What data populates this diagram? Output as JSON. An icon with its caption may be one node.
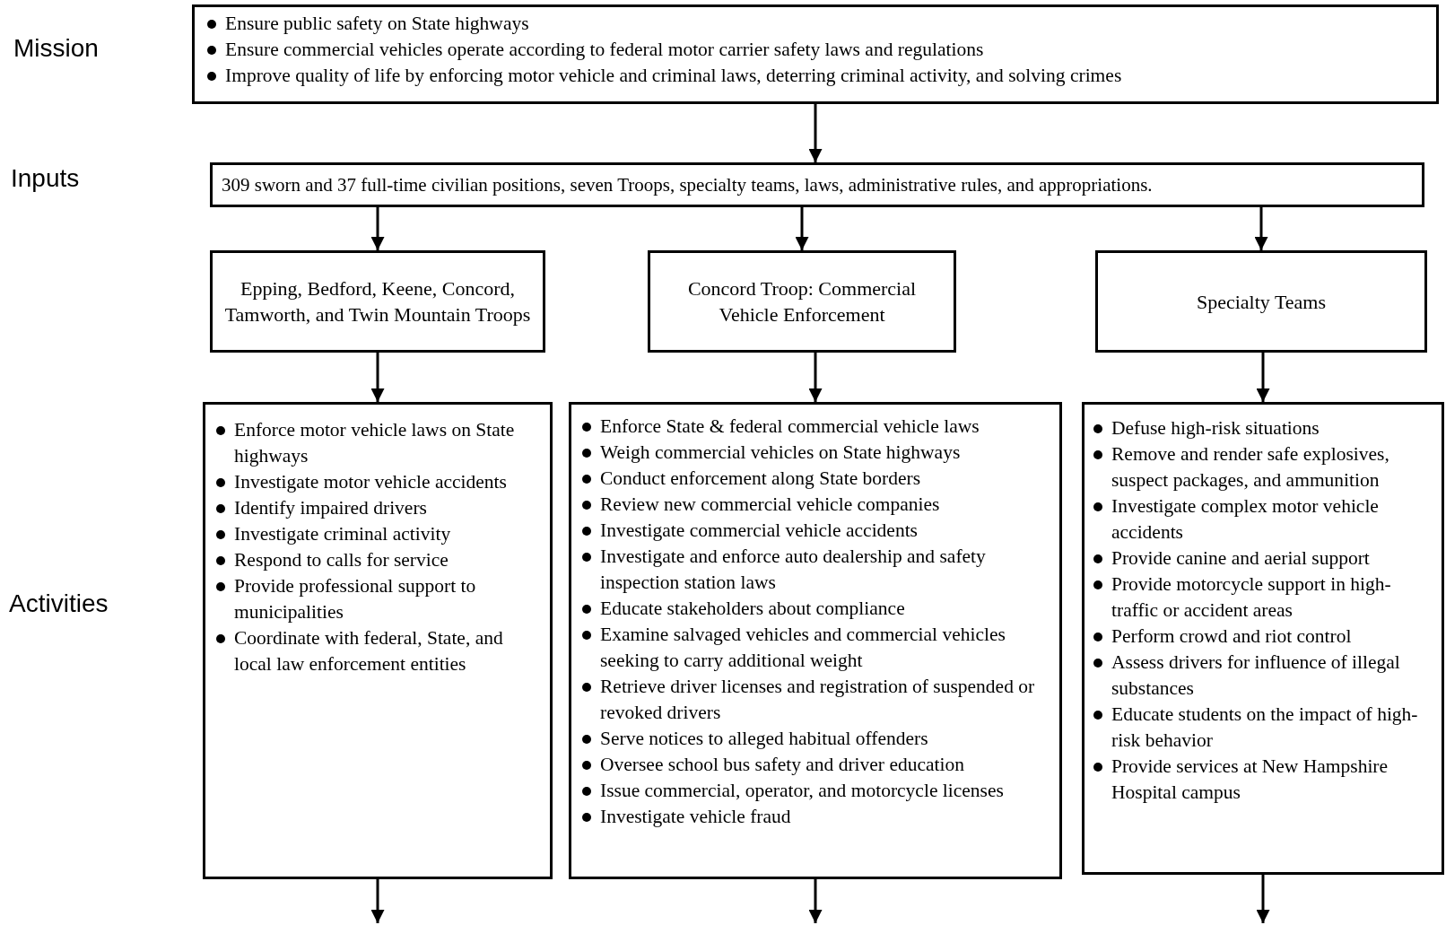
{
  "diagram": {
    "nodes": [
      {
        "text": [
          "Ensure public safety on State highways",
          "Ensure commercial vehicles operate according to federal motor carrier safety laws and regulations",
          "Improve quality of life by enforcing motor vehicle and criminal laws, deterring criminal activity, and solving crimes"
        ]
      },
      {
        "text": [
          "309 sworn and 37 full-time civilian positions, seven Troops, specialty teams, laws, administrative rules, and appropriations."
        ]
      },
      {
        "text": [
          "Epping, Bedford, Keene, Concord, Tamworth, and Twin Mountain Troops"
        ]
      },
      {
        "text": [
          "Concord Troop: Commercial Vehicle Enforcement"
        ]
      },
      {
        "text": [
          "Specialty Teams"
        ]
      },
      {
        "text": [
          "Enforce motor vehicle laws on State highways",
          "Investigate motor vehicle accidents",
          "Identify impaired drivers",
          "Investigate criminal activity",
          "Respond to calls for service",
          "Provide professional support to municipalities",
          "Coordinate with federal, State, and local law enforcement entities"
        ]
      },
      {
        "text": [
          "Enforce State & federal commercial vehicle laws",
          "Weigh commercial vehicles on State highways",
          "Conduct enforcement along State borders",
          "Review new commercial vehicle companies",
          "Investigate commercial vehicle accidents",
          "Investigate and enforce auto dealership and safety inspection station laws",
          "Educate stakeholders about compliance",
          "Examine salvaged vehicles and commercial vehicles seeking to carry additional weight",
          "Retrieve driver licenses and registration of suspended or revoked drivers",
          "Serve notices to alleged habitual offenders",
          "Oversee school bus safety and driver education",
          "Issue commercial, operator, and motorcycle licenses",
          "Investigate vehicle fraud"
        ]
      },
      {
        "text": [
          "Defuse high-risk situations",
          "Remove and render safe explosives, suspect packages, and ammunition",
          "Investigate complex motor vehicle accidents",
          "Provide canine and aerial support",
          "Provide motorcycle support in high-traffic or accident areas",
          "Perform crowd and riot control",
          "Assess drivers for influence of illegal substances",
          "Educate students on the impact of high-risk behavior",
          "Provide services at New Hampshire Hospital campus"
        ]
      }
    ],
    "edges": [
      {
        "from": 0,
        "to": 1,
        "arrow": "to"
      },
      {
        "from": 1,
        "to": 2,
        "arrow": "to"
      },
      {
        "from": 1,
        "to": 3,
        "arrow": "to"
      },
      {
        "from": 1,
        "to": 4,
        "arrow": "to"
      },
      {
        "from": 2,
        "to": 5,
        "arrow": "to"
      },
      {
        "from": 3,
        "to": 6,
        "arrow": "to"
      },
      {
        "from": 4,
        "to": 7,
        "arrow": "to"
      },
      {
        "from": 5,
        "to": null,
        "arrow": "to"
      },
      {
        "from": 6,
        "to": null,
        "arrow": "to"
      },
      {
        "from": 7,
        "to": null,
        "arrow": "to"
      }
    ],
    "labels": [
      "Mission",
      "Inputs",
      "Activities"
    ]
  }
}
